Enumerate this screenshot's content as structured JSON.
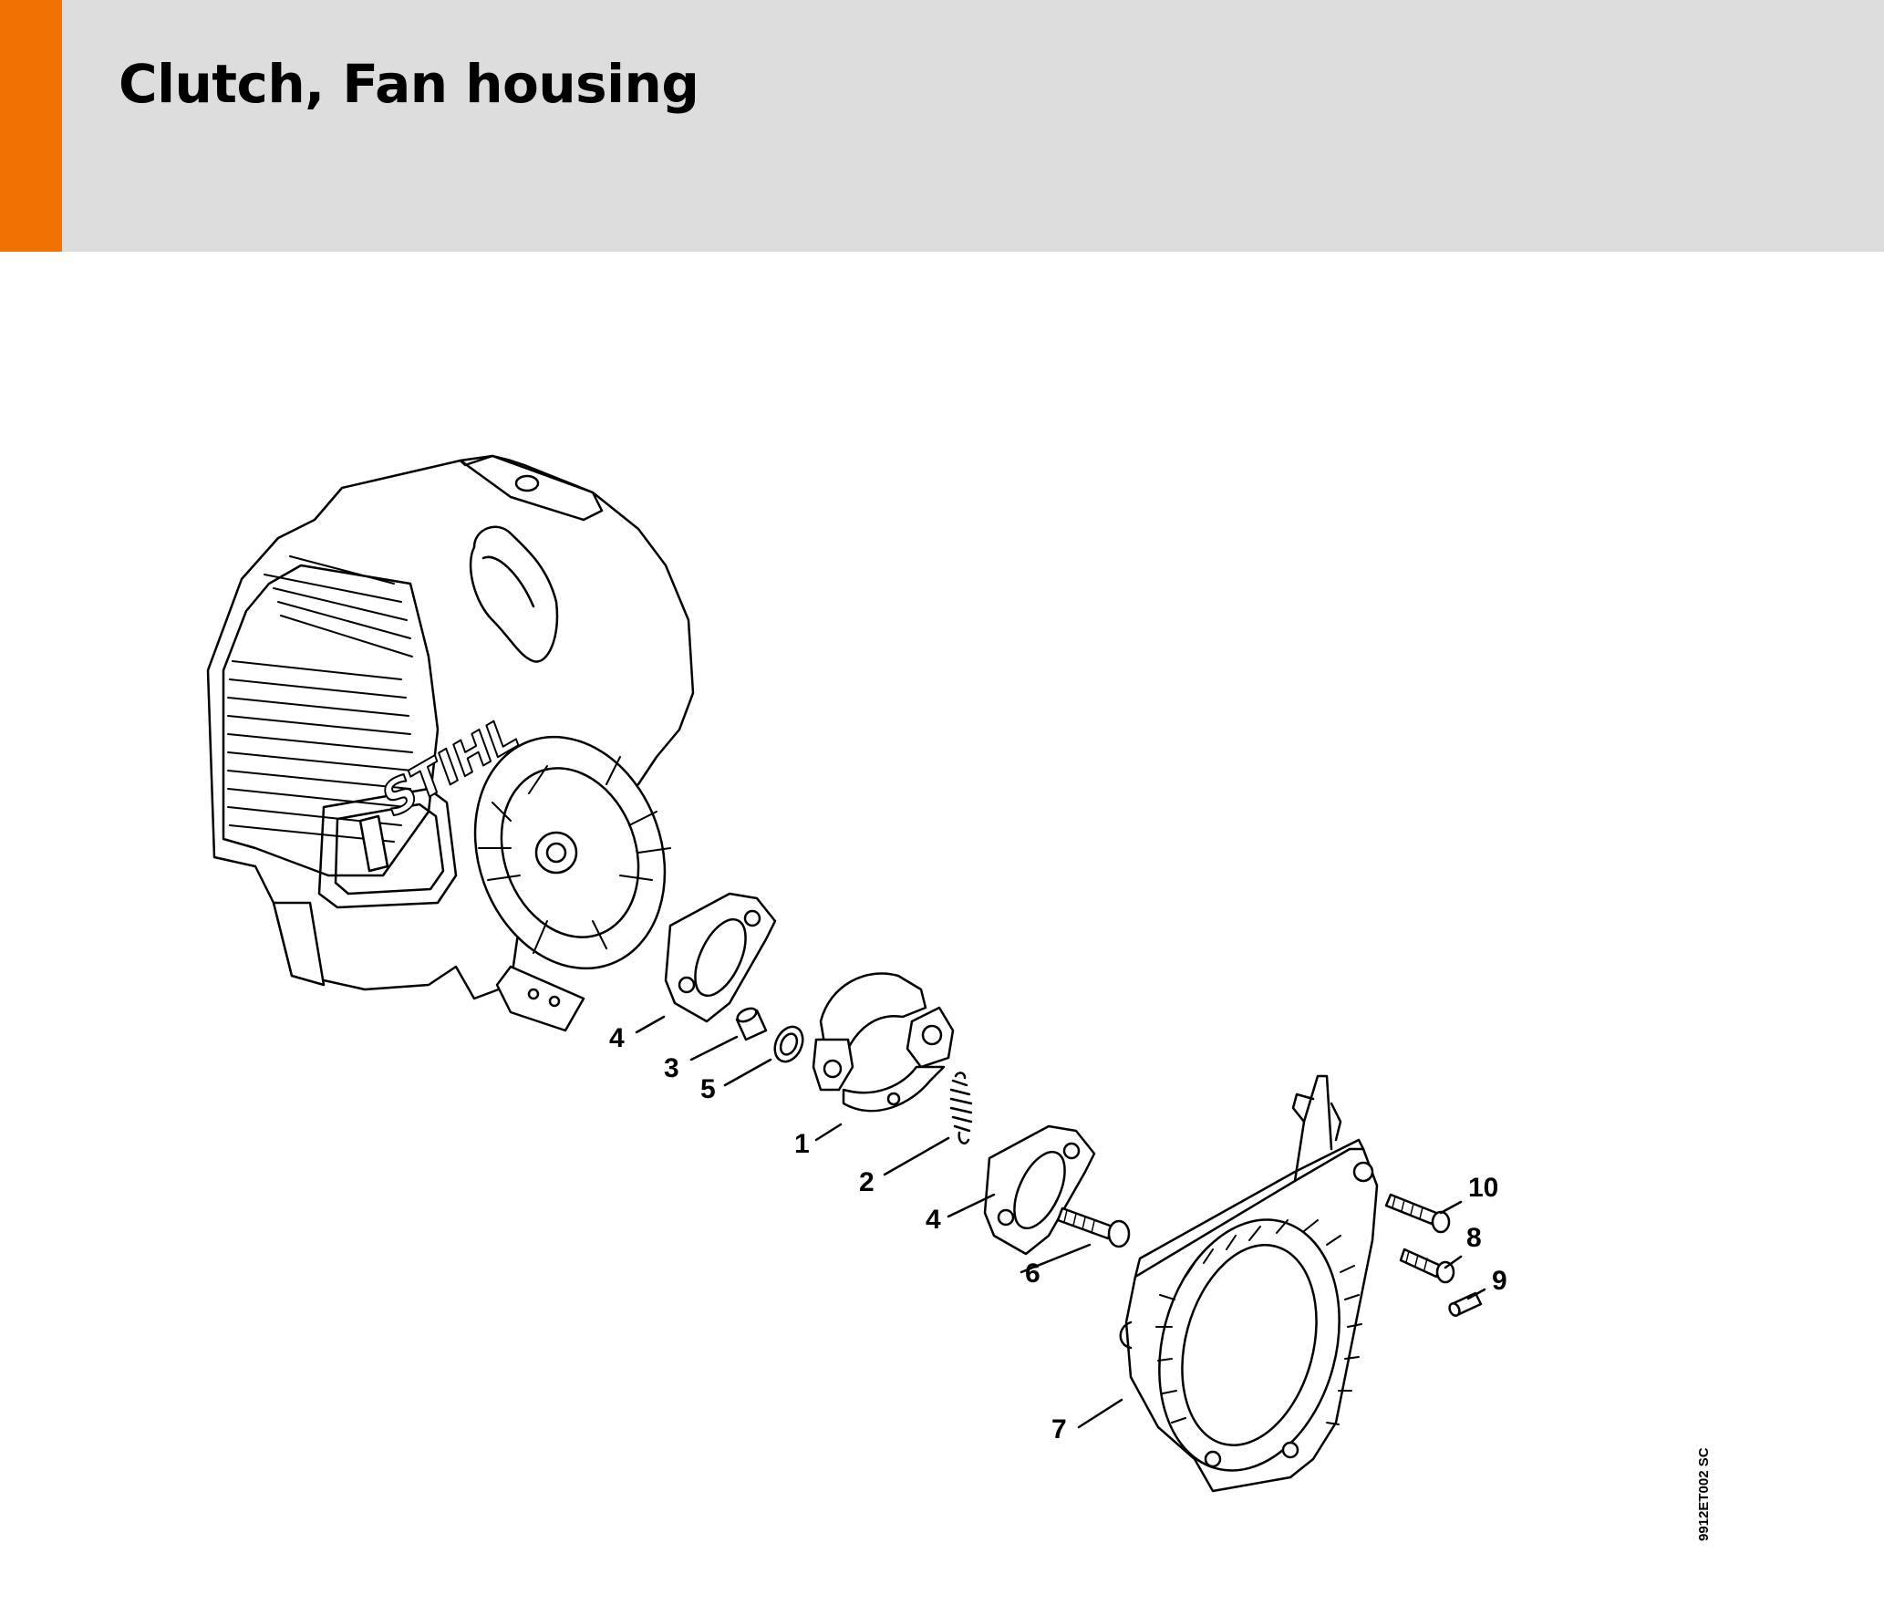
{
  "header": {
    "title": "Clutch, Fan housing",
    "accent_color": "#f07300",
    "band_color": "#dcdddc"
  },
  "diagram": {
    "brand_mark": "STIHL",
    "callouts": [
      "4",
      "3",
      "5",
      "1",
      "2",
      "4",
      "6",
      "7",
      "10",
      "8",
      "9"
    ],
    "drawing_code": "9912ET002 SC"
  }
}
